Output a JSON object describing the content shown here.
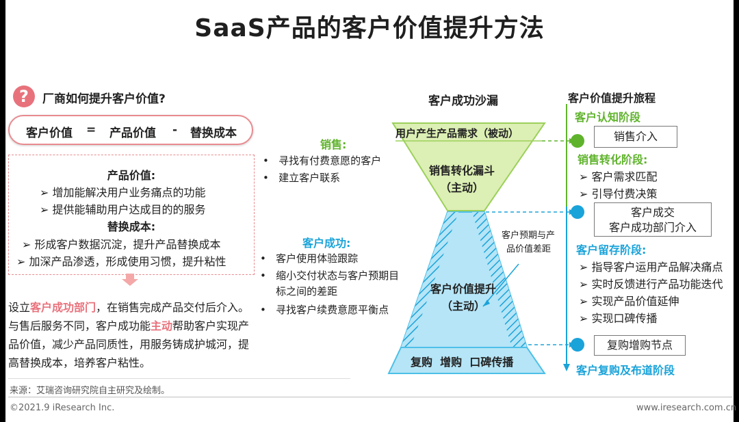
{
  "title": "SaaS产品的客户价值提升方法",
  "left": {
    "question_icon": "question-mark-icon",
    "question": "厂商如何提升客户价值?",
    "formula": {
      "lhs": "客户价值",
      "eq": "=",
      "term1": "产品价值",
      "minus": "-",
      "term2": "替换成本"
    },
    "product_value_heading": "产品价值:",
    "product_value_items": [
      "增加能解决用户业务痛点的功能",
      "提供能辅助用户达成目的的服务"
    ],
    "replace_cost_heading": "替换成本:",
    "replace_cost_items": [
      "形成客户数据沉淀，提升产品替换成本",
      "加深产品渗透，形成使用习惯，提升粘性"
    ],
    "paragraph": {
      "p1": "设立",
      "h1": "客户成功部门",
      "p2": "，在销售完成产品交付后介入。与售后服务不同，客户成功能",
      "h2": "主动",
      "p3": "帮助客户实现产品价值，减少产品同质性，用服务铸成护城河，提高替换成本，培养客户粘性。"
    }
  },
  "middle": {
    "heading": "客户成功沙漏",
    "sales_heading": "销售:",
    "sales_items": [
      "寻找有付费意愿的客户",
      "建立客户联系"
    ],
    "cs_heading": "客户成功:",
    "cs_items": [
      "客户使用体验跟踪",
      "缩小交付状态与客户预期目标之间的差距",
      "寻找客户续费意愿平衡点"
    ],
    "funnel_top_label": "用户产生产品需求（被动）",
    "funnel_sales_label1": "销售转化漏斗",
    "funnel_sales_label2": "（主动）",
    "funnel_cv_label1": "客户价值提升",
    "funnel_cv_label2": "（主动）",
    "gap_label1": "客户预期与产",
    "gap_label2": "品价值差距",
    "bottom_label": "复购  增购  口碑传播"
  },
  "right": {
    "heading": "客户价值提升旅程",
    "stage1": "客户认知阶段",
    "callout1": "销售介入",
    "stage2": "销售转化阶段:",
    "stage2_items": [
      "客户需求匹配",
      "引导付费决策"
    ],
    "callout2_line1": "客户成交",
    "callout2_line2": "客户成功部门介入",
    "stage3": "客户留存阶段:",
    "stage3_items": [
      "指导客户运用产品解决痛点",
      "实时反馈进行产品功能迭代",
      "实现产品价值延伸",
      "实现口碑传播"
    ],
    "callout3": "复购增购节点",
    "stage4": "客户复购及布道阶段"
  },
  "source": "来源：艾瑞咨询研究院自主研究及绘制。",
  "copyright": "©2021.9 iResearch Inc.",
  "website": "www.iresearch.com.cn",
  "colors": {
    "green": "#5fb32c",
    "blue": "#1aa3d9",
    "pink": "#e8727c",
    "funnel_green": "#dcefb4",
    "funnel_blue": "#b5e5f7"
  }
}
